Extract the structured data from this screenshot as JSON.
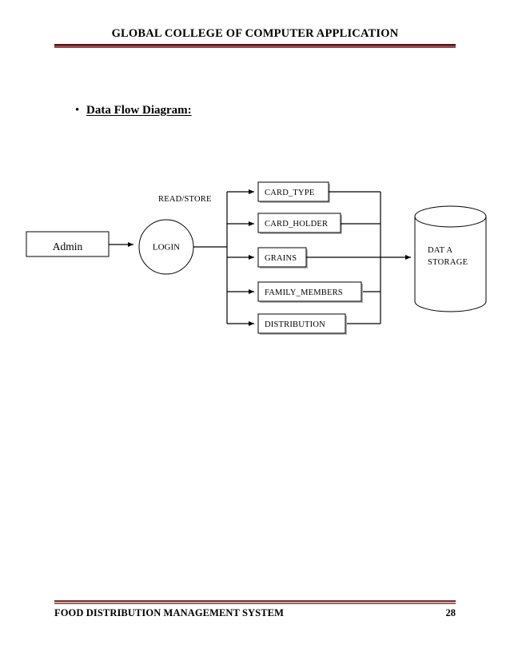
{
  "header": {
    "title": "GLOBAL COLLEGE OF COMPUTER APPLICATION",
    "rule_dark_color": "#5b1111",
    "rule_light_color": "#8d4a4a"
  },
  "section": {
    "bullet_glyph": "•",
    "heading": "Data Flow Diagram:"
  },
  "diagram": {
    "external_entity": {
      "label": "Admin"
    },
    "process": {
      "label": "LOGIN"
    },
    "flow_label": "READ/STORE",
    "data_stores": [
      {
        "label": "CARD_TYPE"
      },
      {
        "label": "CARD_HOLDER"
      },
      {
        "label": "GRAINS"
      },
      {
        "label": "FAMILY_MEMBERS"
      },
      {
        "label": "DISTRIBUTION"
      }
    ],
    "storage": {
      "label_line1": "DAT A",
      "label_line2": "STORAGE"
    },
    "stroke_color": "#000000",
    "shadow_color": "#b3b3b3"
  },
  "footer": {
    "title": "FOOD DISTRIBUTION MANAGEMENT SYSTEM",
    "page_number": "28"
  }
}
